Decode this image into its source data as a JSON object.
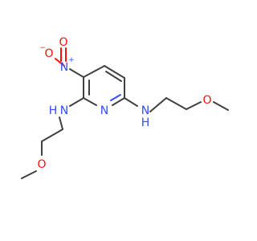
{
  "molecule": {
    "atoms": {
      "nitro_o_minus": "O",
      "nitro_n": "N",
      "nitro_o_double": "O",
      "amine_n_left": "N",
      "amine_h_left": "H",
      "ring_n": "N",
      "amine_n_right": "N",
      "amine_h_right": "H",
      "ether_o_left": "O",
      "ether_o_right": "O"
    },
    "charges": {
      "minus": "−",
      "plus": "+"
    }
  },
  "colors": {
    "carbon_bond": "#404040",
    "nitrogen": "#3050f8",
    "oxygen": "#ff0d0d",
    "background": "#ffffff"
  }
}
